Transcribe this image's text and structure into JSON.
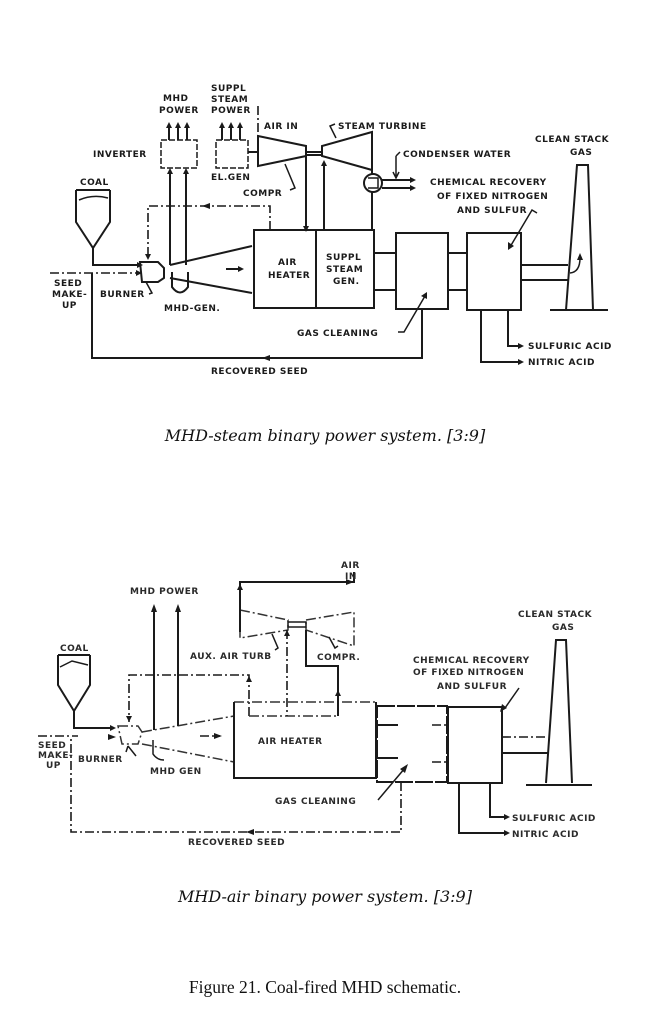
{
  "figure": {
    "caption": "Figure 21.  Coal-fired MHD schematic."
  },
  "diagram1": {
    "caption": "MHD-steam binary power system.  [3:9]",
    "labels": {
      "mhd_power_1": "MHD",
      "mhd_power_2": "POWER",
      "suppl_steam_power_1": "SUPPL",
      "suppl_steam_power_2": "STEAM",
      "suppl_steam_power_3": "POWER",
      "air_in": "AIR IN",
      "steam_turbine": "STEAM TURBINE",
      "inverter": "INVERTER",
      "el_gen": "EL.GEN",
      "condenser_water": "CONDENSER WATER",
      "compr": "COMPR",
      "coal": "COAL",
      "clean_stack_gas_1": "CLEAN STACK",
      "clean_stack_gas_2": "GAS",
      "chem_recovery_1": "CHEMICAL RECOVERY",
      "chem_recovery_2": "OF FIXED NITROGEN",
      "chem_recovery_3": "AND SULFUR",
      "air_heater_1": "AIR",
      "air_heater_2": "HEATER",
      "suppl_steam_gen_1": "SUPPL",
      "suppl_steam_gen_2": "STEAM",
      "suppl_steam_gen_3": "GEN.",
      "seed_makeup_1": "SEED",
      "seed_makeup_2": "MAKE-",
      "seed_makeup_3": "UP",
      "burner": "BURNER",
      "mhd_gen": "MHD-GEN.",
      "gas_cleaning": "GAS CLEANING",
      "sulfuric_acid": "SULFURIC ACID",
      "nitric_acid": "NITRIC ACID",
      "recovered_seed": "RECOVERED SEED"
    }
  },
  "diagram2": {
    "caption": "MHD-air binary power system.  [3:9]",
    "labels": {
      "air_in_1": "AIR",
      "air_in_2": "IN",
      "mhd_power": "MHD POWER",
      "aux_air_turb": "AUX. AIR TURB",
      "compr": "COMPR.",
      "coal": "COAL",
      "clean_stack_gas_1": "CLEAN STACK",
      "clean_stack_gas_2": "GAS",
      "chem_recovery_1": "CHEMICAL RECOVERY",
      "chem_recovery_2": "OF FIXED NITROGEN",
      "chem_recovery_3": "AND SULFUR",
      "seed_makeup_1": "SEED",
      "seed_makeup_2": "MAKE-",
      "seed_makeup_3": "UP",
      "burner": "BURNER",
      "mhd_gen": "MHD GEN",
      "air_heater": "AIR HEATER",
      "gas_cleaning": "GAS CLEANING",
      "sulfuric_acid": "SULFURIC ACID",
      "nitric_acid": "NITRIC ACID",
      "recovered_seed": "RECOVERED SEED"
    }
  }
}
